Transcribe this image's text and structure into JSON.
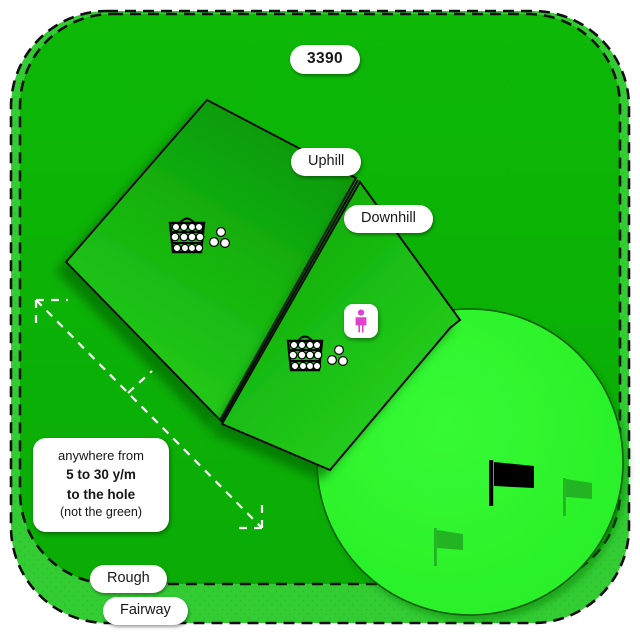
{
  "diagram": {
    "title_badge": "3390",
    "type": "golf-practice-area-diagram"
  },
  "zones": [
    {
      "id": "fairway",
      "label": "Fairway",
      "color": "#33CC33"
    },
    {
      "id": "rough",
      "label": "Rough",
      "color": "#0CB406"
    },
    {
      "id": "green",
      "label": "",
      "color": "#2CF42C"
    }
  ],
  "labels": {
    "distance_badge": "3390",
    "uphill": "Uphill",
    "downhill": "Downhill",
    "rough": "Rough",
    "fairway": "Fairway"
  },
  "callout": {
    "line1": "anywhere from",
    "line2": "5 to 30 y/m",
    "line3": "to the hole",
    "line4": "(not the green)"
  },
  "markers": {
    "player_icon": "person-icon",
    "ball_basket_icon": "golf-ball-basket-icon",
    "loose_balls_count": 3,
    "basket_ball_count": 12
  },
  "flags": [
    {
      "id": "active-hole",
      "color": "#000000",
      "state": "active"
    },
    {
      "id": "practice-1",
      "color": "#22B422",
      "state": "inactive"
    },
    {
      "id": "practice-2",
      "color": "#22B422",
      "state": "inactive"
    }
  ],
  "colors": {
    "rough": "#0CB406",
    "fairway": "#33CC33",
    "putting_green": "#2CF42C",
    "tee_box_light": "#22C61C",
    "tee_box_dark": "#0E9A0A",
    "shadow": "#0A7A06",
    "outline": "#101010",
    "player": "#E040D0",
    "dimension_line": "#ffffff"
  }
}
